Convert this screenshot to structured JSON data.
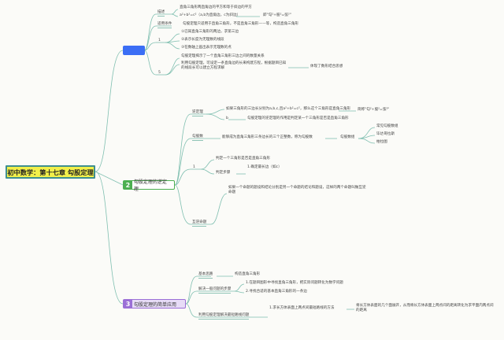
{
  "colors": {
    "line": "#7fbfb0",
    "root_fill": "#f2f04a",
    "root_border": "#3f8f8f",
    "b1": "#3b6ef5",
    "b2": "#4caf50",
    "b3": "#9b6fd6"
  },
  "root": "初中数学：第十七章 勾股定理",
  "b1": {
    "label": "",
    "miaoshu": "描述",
    "miaoshu_t1": "直角三角形两直角边的平方和等于斜边的平方",
    "miaoshu_t2": "a²+b²=c²（a,b为直角边，c为斜边）",
    "miaoshu_t3": "即\"勾²+股²=弦²\"",
    "shiyong": "适用条件",
    "shiyong_t": "勾股定理只适用于直角三角形，不是直角三角形——等，构造直角三角形",
    "n1": "1",
    "n1_i1": "①已知直角三角形的两边，求第三边",
    "n1_i2": "②表示长度为无理数的线段",
    "n1_i3": "③在数轴上画出表示无理数的点",
    "n5": "5",
    "n5_i1": "勾股定理揭示了一个直角三角形三边之间的数量关系",
    "n5_i2": "利用勾股定理，可设定一条直角边的长来构建方程，根据题目已知的线段长可以建立方程求解",
    "n5_t": "体现了数形结合思想"
  },
  "b2": {
    "num": "2",
    "label": "勾股定理的逆定理",
    "niding": "逆定理",
    "niding_t1": "如果三角形的三边长分别为a,b,c,且a²+b²=c²，那么这个三角形是直角三角形",
    "niding_t1b": "简称\"勾²+股²=弦²\"",
    "niding_n": "b",
    "niding_t2": "勾股定理的逆定理的作用是判定某一个三角形是否是直角三角形",
    "gougushu": "勾股数",
    "gougushu_t": "能够成为直角三角形三条边长的三个正整数，称为勾股数",
    "gougushu_n": "勾股数组",
    "gougushu_i1": "常见勾股数组",
    "gougushu_i2": "毕达哥拉斯",
    "gougushu_i3": "柏拉图",
    "n1": "1",
    "n1_t1": "判定一个三角形是否是直角三角形",
    "panding": "判定步骤",
    "panding_t": "1.确定最长边（如c）",
    "huni": "互逆命题",
    "huni_t": "如果一个命题的题设和结论分别是另一个命题的结论和题设，这样的两个命题叫做互逆命题"
  },
  "b3": {
    "num": "3",
    "label": "勾股定理的简单应用",
    "jiben": "基本思路",
    "jiben_t": "构造直角三角形",
    "jiejue": "解决一般问题的步骤",
    "jiejue_t1": "1.在题目图形中寻找直角三角形，把实际问题转化为数学问题",
    "jiejue_t2": "2.寻找合适的基本直角三角形的一条边",
    "liyong": "利用勾股定理解决最短路线问题",
    "liyong_t1": "1.求长方体表面上两点间最短路线的方法",
    "liyong_t2": "将长方体表面的几个面展开，从而将长方体表面上两点间的距离转化为求平面内两点间的距离"
  }
}
